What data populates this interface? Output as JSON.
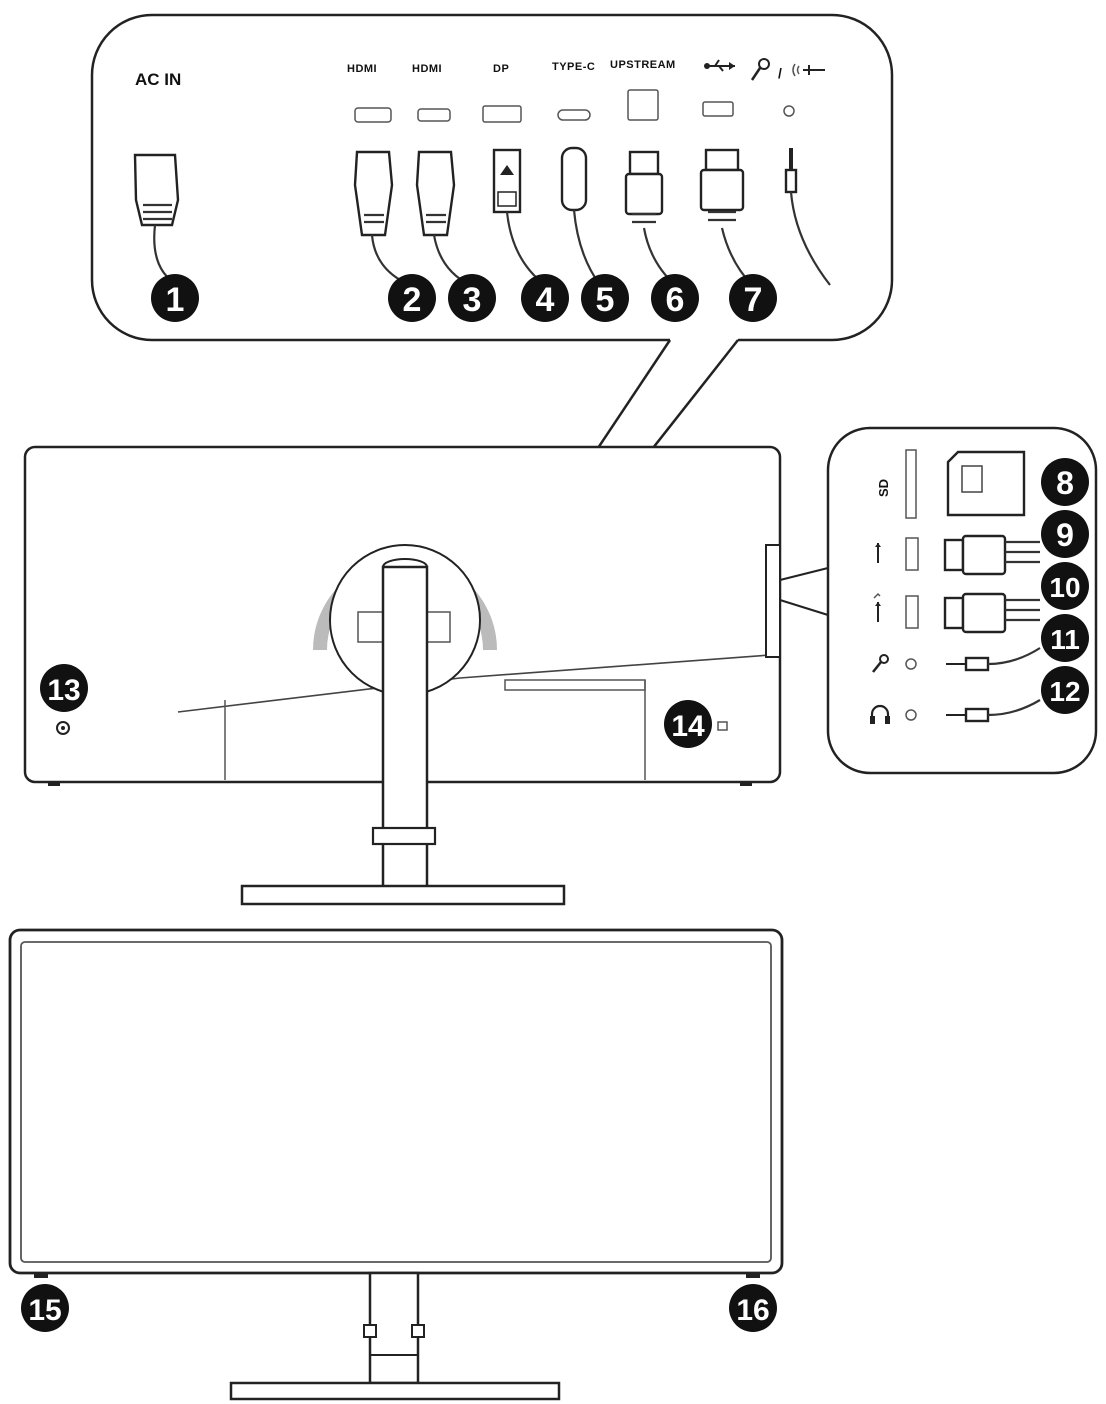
{
  "rear_panel": {
    "port_labels": [
      "AC IN",
      "HDMI",
      "HDMI",
      "DP",
      "TYPE-C",
      "UPSTREAM"
    ],
    "callouts": [
      "1",
      "2",
      "3",
      "4",
      "5",
      "6",
      "7"
    ]
  },
  "side_panel": {
    "sd_label": "SD",
    "callouts": [
      "8",
      "9",
      "10",
      "11",
      "12"
    ]
  },
  "monitor_back": {
    "callouts": [
      "13",
      "14"
    ]
  },
  "monitor_front": {
    "callouts": [
      "15",
      "16"
    ]
  },
  "icons": [
    "usb-icon",
    "microphone-icon",
    "audio-out-icon",
    "headphone-icon",
    "usb-charging-icon",
    "sd-card-icon",
    "lock-slot-icon"
  ]
}
